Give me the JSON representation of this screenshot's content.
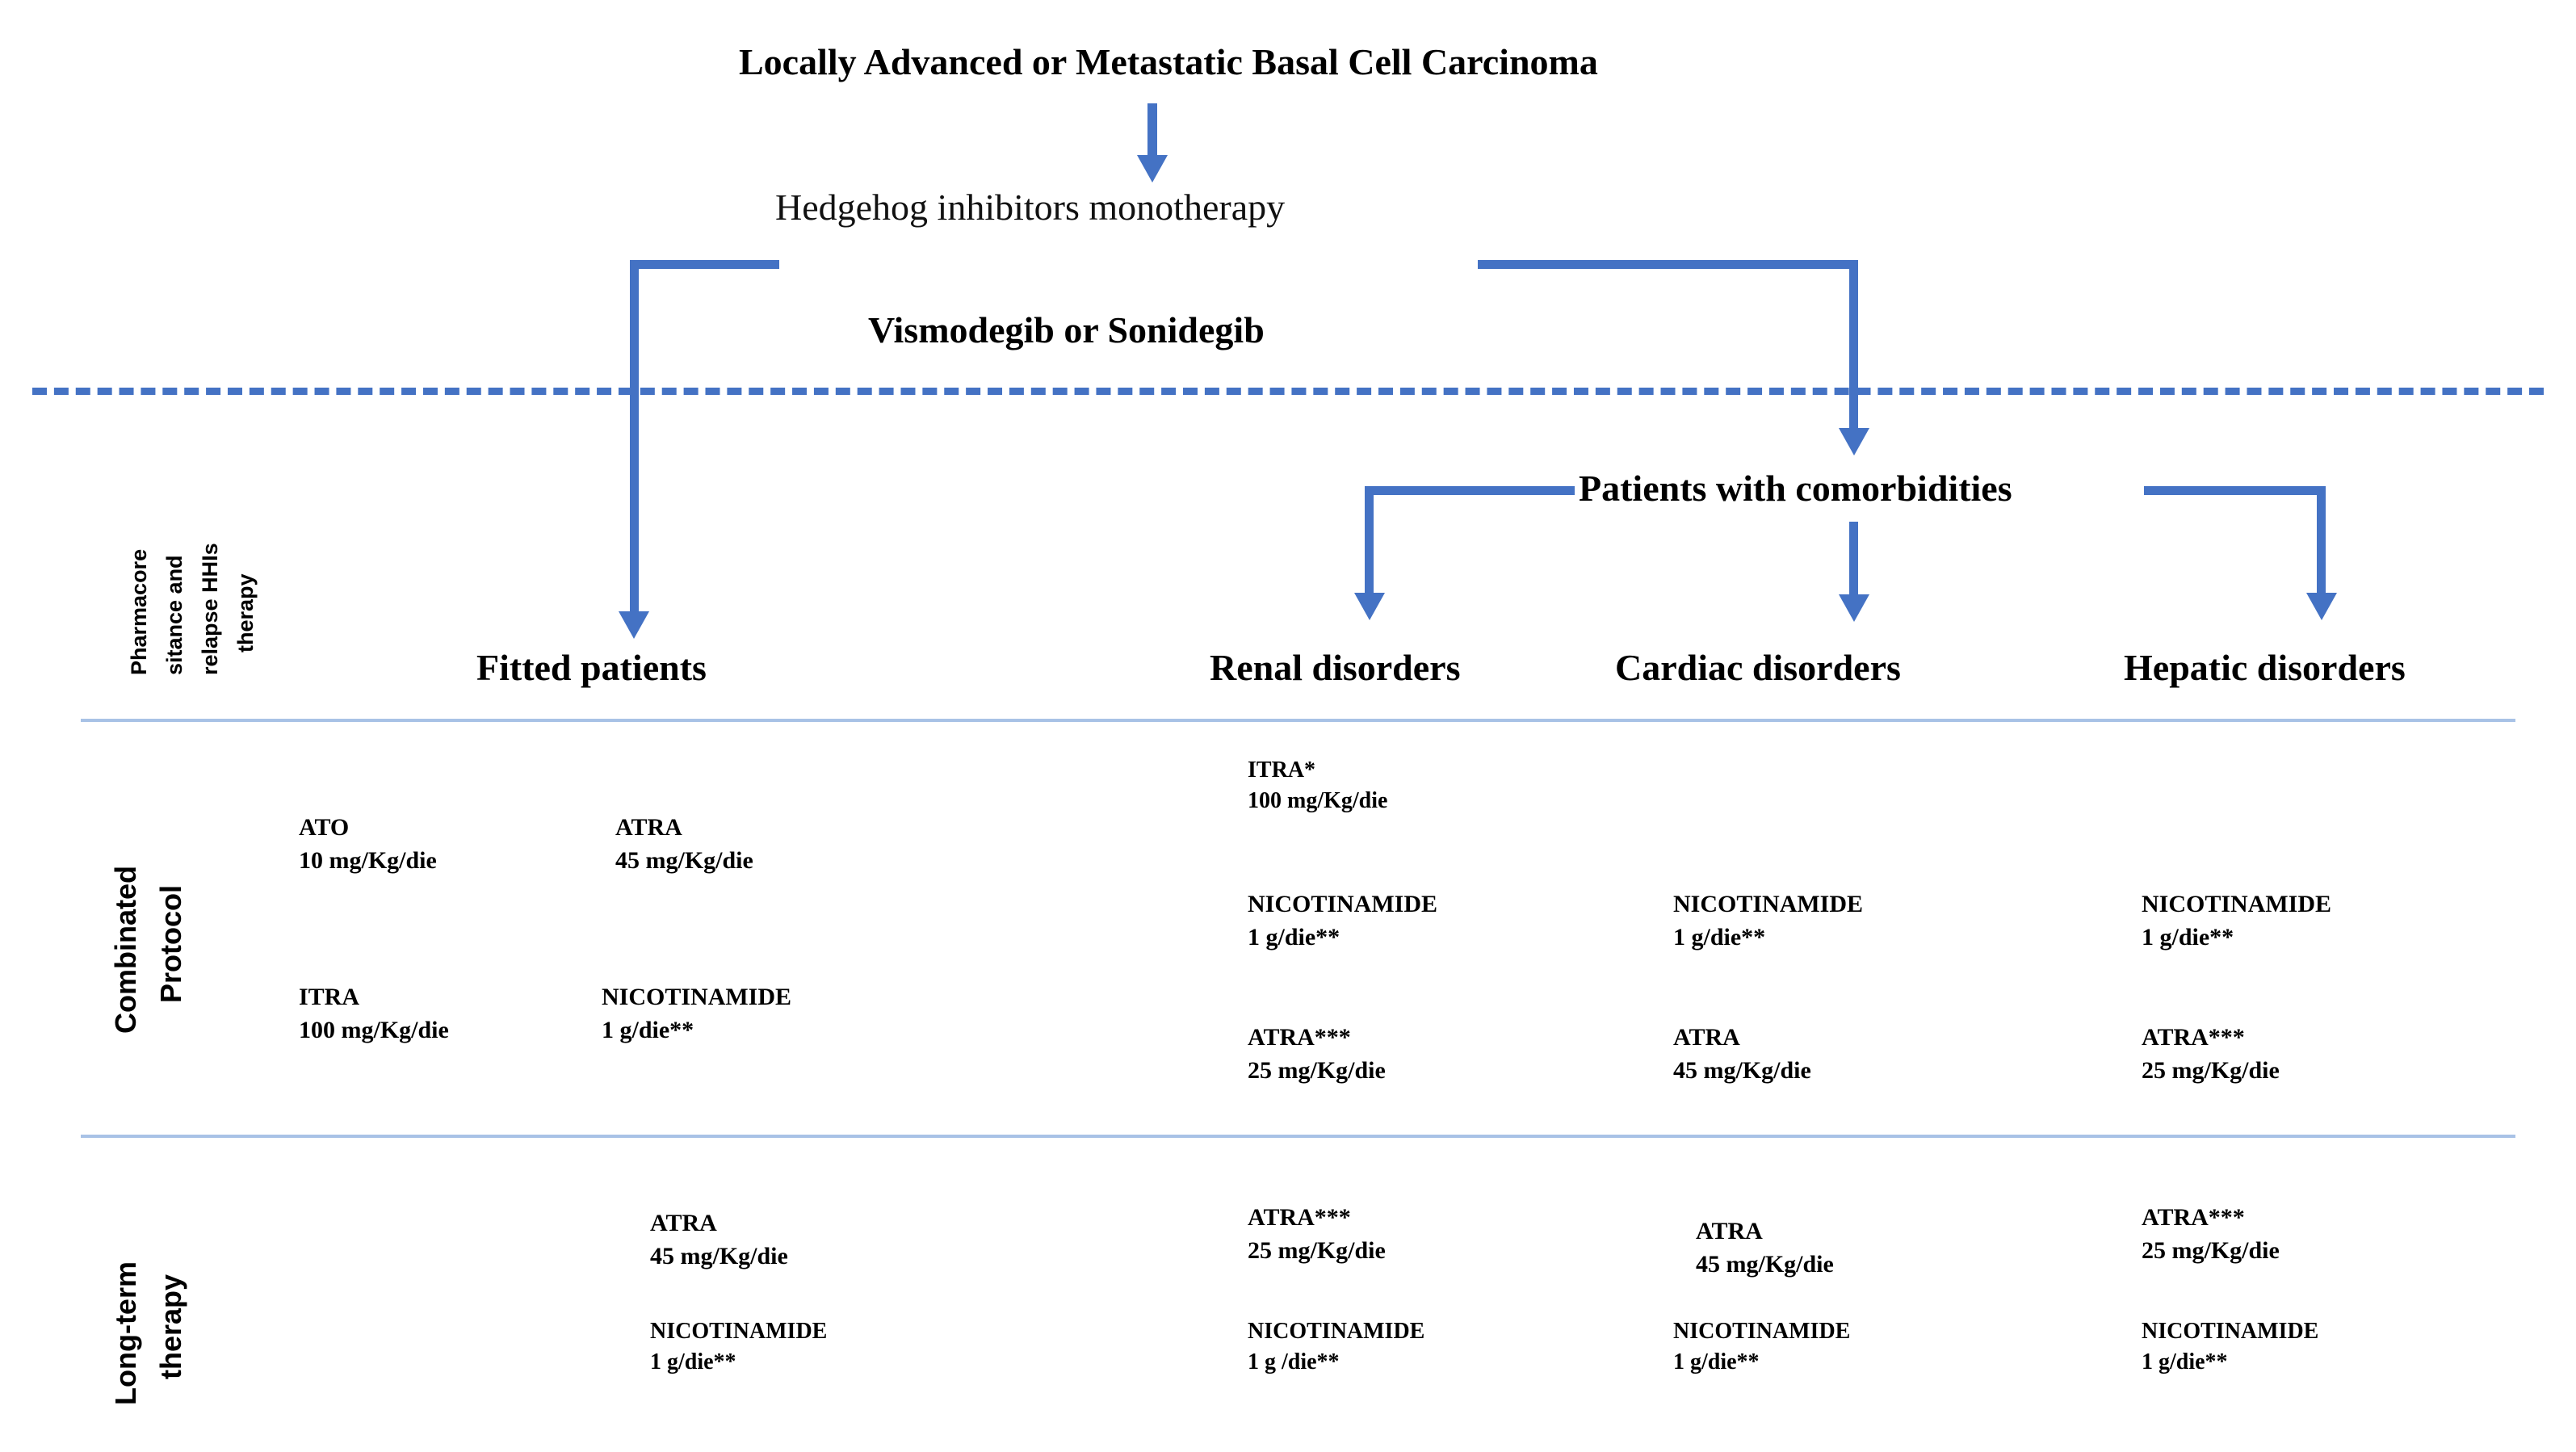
{
  "diagram": {
    "title": "Locally Advanced or Metastatic Basal Cell Carcinoma",
    "monotherapy_label": "Hedgehog inhibitors  monotherapy",
    "drugs_label": "Vismodegib or Sonidegib",
    "comorbidities_label": "Patients with comorbidities",
    "side_label": "Pharmacore sitance and relapse HHIs therapy",
    "side_label_lines": [
      "Pharmacore",
      "sitance and",
      "relapse HHIs",
      "therapy"
    ],
    "accent_color": "#4472C4",
    "separator_color": "#A8C2E6"
  },
  "row_labels": {
    "combined": "Combinated Protocol",
    "combined_lines": [
      "Combinated",
      "Protocol"
    ],
    "longterm": "Long-term therapy",
    "longterm_lines": [
      "Long-term",
      "therapy"
    ]
  },
  "columns": [
    {
      "id": "fitted",
      "header": "Fitted patients"
    },
    {
      "id": "renal",
      "header": "Renal disorders"
    },
    {
      "id": "cardiac",
      "header": "Cardiac disorders"
    },
    {
      "id": "hepatic",
      "header": "Hepatic disorders"
    }
  ],
  "combined_protocol": {
    "fitted_left": [
      {
        "name": "ATO",
        "dose": "10 mg/Kg/die"
      },
      {
        "name": "ITRA",
        "dose": "100 mg/Kg/die"
      }
    ],
    "fitted_right": [
      {
        "name": "ATRA",
        "dose": "45 mg/Kg/die"
      },
      {
        "name": "NICOTINAMIDE",
        "dose": "1 g/die**"
      }
    ],
    "renal": [
      {
        "name": "ITRA*",
        "dose": "100 mg/Kg/die"
      },
      {
        "name": "NICOTINAMIDE",
        "dose": "1 g/die**"
      },
      {
        "name": "ATRA***",
        "dose": "25 mg/Kg/die"
      }
    ],
    "cardiac": [
      {
        "name": "NICOTINAMIDE",
        "dose": "1 g/die**"
      },
      {
        "name": "ATRA",
        "dose": "45 mg/Kg/die"
      }
    ],
    "hepatic": [
      {
        "name": "NICOTINAMIDE",
        "dose": "1 g/die**"
      },
      {
        "name": "ATRA***",
        "dose": "25 mg/Kg/die"
      }
    ]
  },
  "long_term_therapy": {
    "fitted": [
      {
        "name": "ATRA",
        "dose": "45 mg/Kg/die"
      },
      {
        "name": "NICOTINAMIDE",
        "dose": "1 g/die**"
      }
    ],
    "renal": [
      {
        "name": "ATRA***",
        "dose": "25 mg/Kg/die"
      },
      {
        "name": "NICOTINAMIDE",
        "dose": "1 g /die**"
      }
    ],
    "cardiac": [
      {
        "name": "ATRA",
        "dose": "45 mg/Kg/die"
      },
      {
        "name": "NICOTINAMIDE",
        "dose": "1 g/die**"
      }
    ],
    "hepatic": [
      {
        "name": "ATRA***",
        "dose": "25 mg/Kg/die"
      },
      {
        "name": "NICOTINAMIDE",
        "dose": "1 g/die**"
      }
    ]
  }
}
